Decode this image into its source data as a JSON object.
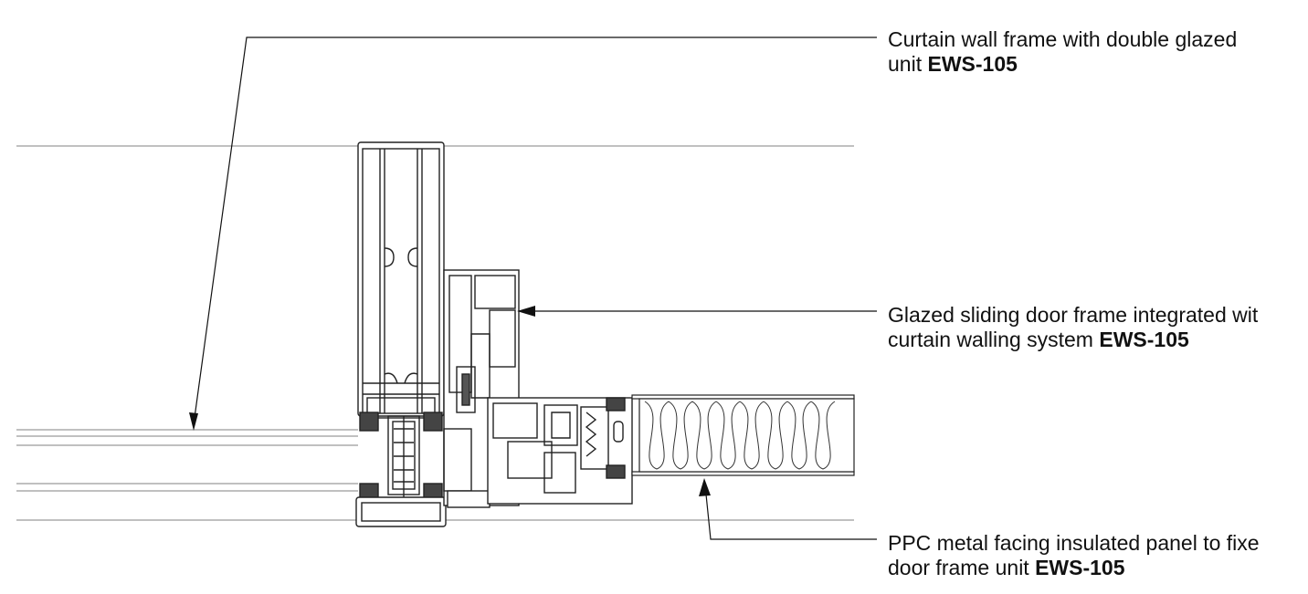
{
  "annotations": [
    {
      "id": "curtain-wall",
      "line1": "Curtain wall frame with double glazed",
      "line2_prefix": "unit ",
      "line2_code": "EWS-105"
    },
    {
      "id": "sliding-door",
      "line1": "Glazed sliding door frame integrated wit",
      "line2_prefix": "curtain walling system ",
      "line2_code": "EWS-105"
    },
    {
      "id": "ppc-panel",
      "line1": "PPC metal facing insulated panel to fixe",
      "line2_prefix": "door frame unit  ",
      "line2_code": "EWS-105"
    }
  ],
  "colors": {
    "line": "#222222",
    "thin": "#9a9a9a",
    "fill": "#ffffff"
  }
}
